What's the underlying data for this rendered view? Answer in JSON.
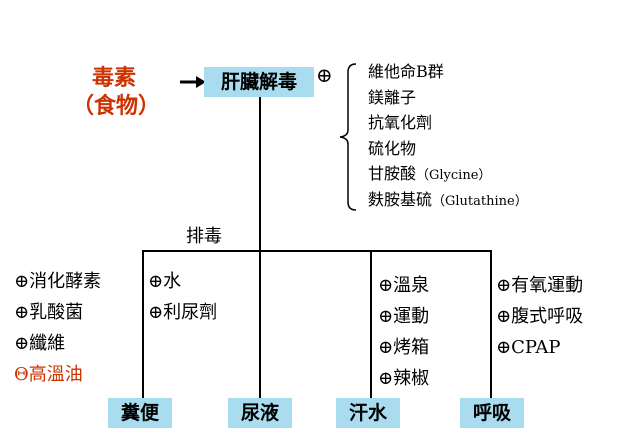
{
  "toxin": {
    "line1": "毒素",
    "line2": "（食物）"
  },
  "liver": {
    "label": "肝臟解毒",
    "plus": "⊕"
  },
  "nutrients": [
    {
      "main": "維他命B群",
      "sub": ""
    },
    {
      "main": "鎂離子",
      "sub": ""
    },
    {
      "main": "抗氧化劑",
      "sub": ""
    },
    {
      "main": "硫化物",
      "sub": ""
    },
    {
      "main": "甘胺酸",
      "sub": "（Glycine）"
    },
    {
      "main": "麩胺基硫",
      "sub": "（Glutathine）"
    }
  ],
  "excrete_label": "排毒",
  "stool_list": [
    "⊕消化酵素",
    "⊕乳酸菌",
    "⊕纖維",
    "Θ高溫油"
  ],
  "urine_list": [
    "⊕水",
    "⊕利尿劑"
  ],
  "sweat_list": [
    "⊕溫泉",
    "⊕運動",
    "⊕烤箱",
    "⊕辣椒"
  ],
  "breath_list": [
    "⊕有氧運動",
    "⊕腹式呼吸",
    "⊕CPAP"
  ],
  "outputs": {
    "stool": "糞便",
    "urine": "尿液",
    "sweat": "汗水",
    "breath": "呼吸"
  },
  "colors": {
    "box": "#a9dcee",
    "accent": "#cc3300"
  }
}
